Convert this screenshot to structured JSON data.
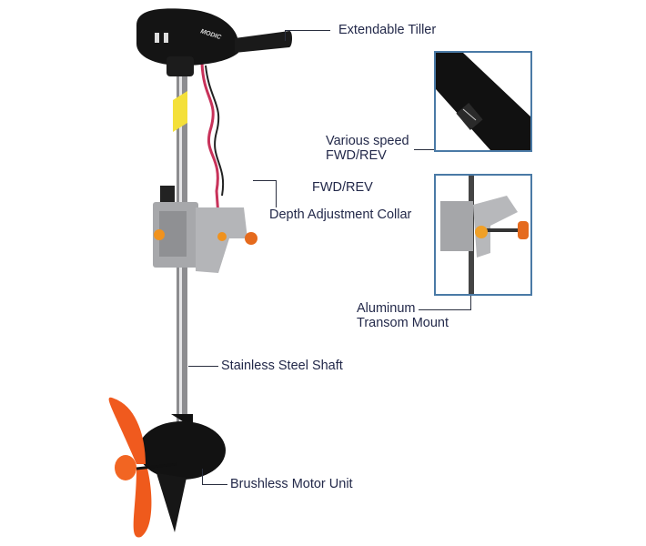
{
  "product": {
    "logo_text": "MODIC",
    "labels": {
      "tiller": "Extendable Tiller",
      "speed_line1": "Various speed",
      "speed_line2": "FWD/REV",
      "fwd_rev": "FWD/REV",
      "collar": "Depth Adjustment Collar",
      "mount_line1": "Aluminum",
      "mount_line2": "Transom Mount",
      "shaft": "Stainless Steel Shaft",
      "motor": "Brushless Motor Unit"
    }
  },
  "colors": {
    "text": "#23294a",
    "inset_border": "#4a7aa6",
    "propeller": "#f05a1e",
    "body": "#111111",
    "clamp": "#a9a9ab"
  }
}
